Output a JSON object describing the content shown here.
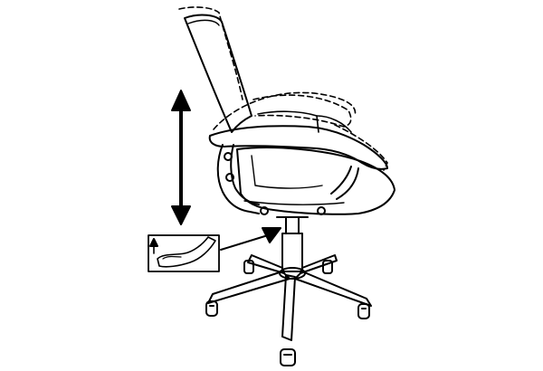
{
  "diagram": {
    "subject": "office-chair-height-adjustment",
    "colors": {
      "background": "#ffffff",
      "line": "#000000"
    },
    "parts": [
      {
        "name": "backrest"
      },
      {
        "name": "backrest-raised-outline"
      },
      {
        "name": "seat"
      },
      {
        "name": "seat-raised-outline"
      },
      {
        "name": "armrest"
      },
      {
        "name": "armrest-raised-outline"
      },
      {
        "name": "gas-lift-column"
      },
      {
        "name": "five-star-base"
      },
      {
        "name": "caster-wheels",
        "count": 5
      },
      {
        "name": "height-arrow",
        "direction": "up-down"
      },
      {
        "name": "lever-callout-box"
      },
      {
        "name": "adjustment-lever"
      },
      {
        "name": "lever-pull-arrow",
        "direction": "up"
      },
      {
        "name": "pointer-arrow",
        "target": "adjustment-lever"
      }
    ]
  }
}
